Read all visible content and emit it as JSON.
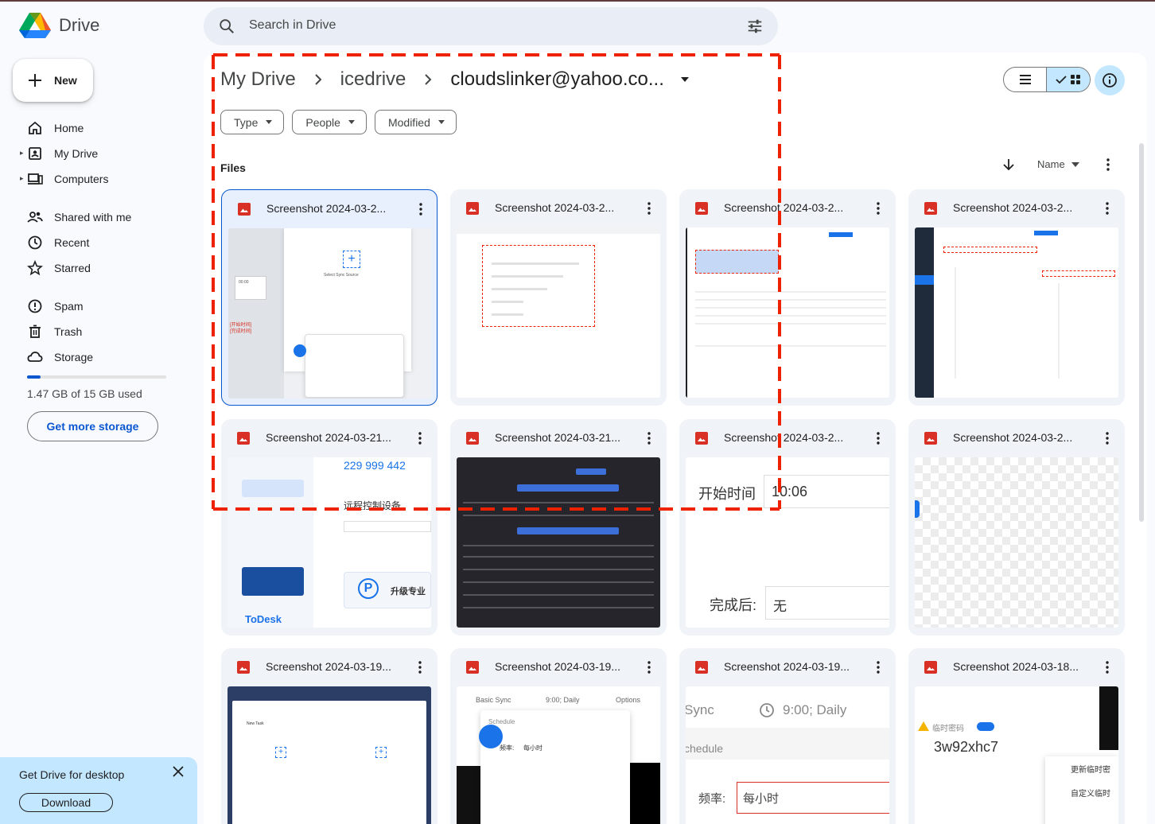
{
  "app": {
    "title": "Drive"
  },
  "search": {
    "placeholder": "Search in Drive"
  },
  "sidebar": {
    "new_label": "New",
    "items": [
      {
        "label": "Home",
        "icon": "home-icon",
        "caret": false
      },
      {
        "label": "My Drive",
        "icon": "my-drive-icon",
        "caret": true
      },
      {
        "label": "Computers",
        "icon": "computers-icon",
        "caret": true
      },
      {
        "label": "Shared with me",
        "icon": "shared-icon",
        "caret": false
      },
      {
        "label": "Recent",
        "icon": "recent-icon",
        "caret": false
      },
      {
        "label": "Starred",
        "icon": "star-icon",
        "caret": false
      },
      {
        "label": "Spam",
        "icon": "spam-icon",
        "caret": false
      },
      {
        "label": "Trash",
        "icon": "trash-icon",
        "caret": false
      },
      {
        "label": "Storage",
        "icon": "cloud-icon",
        "caret": false
      }
    ],
    "storage": {
      "used_text": "1.47 GB of 15 GB used",
      "fraction": 0.098,
      "button": "Get more storage"
    }
  },
  "promo": {
    "title": "Get Drive for desktop",
    "button": "Download"
  },
  "breadcrumb": [
    "My Drive",
    "icedrive",
    "cloudslinker@yahoo.co..."
  ],
  "filters": [
    "Type",
    "People",
    "Modified"
  ],
  "files_section": {
    "label": "Files",
    "sort_label": "Name"
  },
  "files": [
    {
      "name": "Screenshot 2024-03-2...",
      "thumb": "sync-source"
    },
    {
      "name": "Screenshot 2024-03-2...",
      "thumb": "dashed-list"
    },
    {
      "name": "Screenshot 2024-03-2...",
      "thumb": "table-rows"
    },
    {
      "name": "Screenshot 2024-03-2...",
      "thumb": "file-tree"
    },
    {
      "name": "Screenshot 2024-03-21...",
      "thumb": "todesk"
    },
    {
      "name": "Screenshot 2024-03-21...",
      "thumb": "indentation"
    },
    {
      "name": "Screenshot 2024-03-2...",
      "thumb": "start-time"
    },
    {
      "name": "Screenshot 2024-03-2...",
      "thumb": "transparent"
    },
    {
      "name": "Screenshot 2024-03-19...",
      "thumb": "new-task"
    },
    {
      "name": "Screenshot 2024-03-19...",
      "thumb": "basic-sync"
    },
    {
      "name": "Screenshot 2024-03-19...",
      "thumb": "sync-schedule"
    },
    {
      "name": "Screenshot 2024-03-18...",
      "thumb": "temp-password"
    }
  ],
  "thumb_text": {
    "todesk_code": "229 999 442",
    "todesk_remote": "远程控制设备",
    "todesk_brand": "ToDesk",
    "todesk_pro": "升级专业",
    "start_time_label": "开始时间",
    "start_time_value": "10:06",
    "after_label": "完成后:",
    "after_value": "无",
    "sync_label": "Sync",
    "sync_time": "9:00; Daily",
    "schedule_label": "chedule",
    "freq_label": "频率:",
    "freq_value": "每小时",
    "temp_label": "临时密码",
    "temp_code": "3w92xhc7",
    "temp_opt1": "更新临时密",
    "temp_opt2": "自定义临时",
    "basic_sync": "Basic Sync",
    "basic_time": "9:00; Daily",
    "basic_opts": "Options",
    "basic_schedule": "Schedule",
    "basic_freq": "频率:",
    "basic_freq_val": "每小时",
    "sync_source": "Select Sync Source",
    "new_task": "New Task"
  },
  "colors": {
    "accent": "#0b57d0",
    "selected_bg": "#c2e7ff",
    "annotation": "#ee2200",
    "pdf_red": "#d93025"
  }
}
